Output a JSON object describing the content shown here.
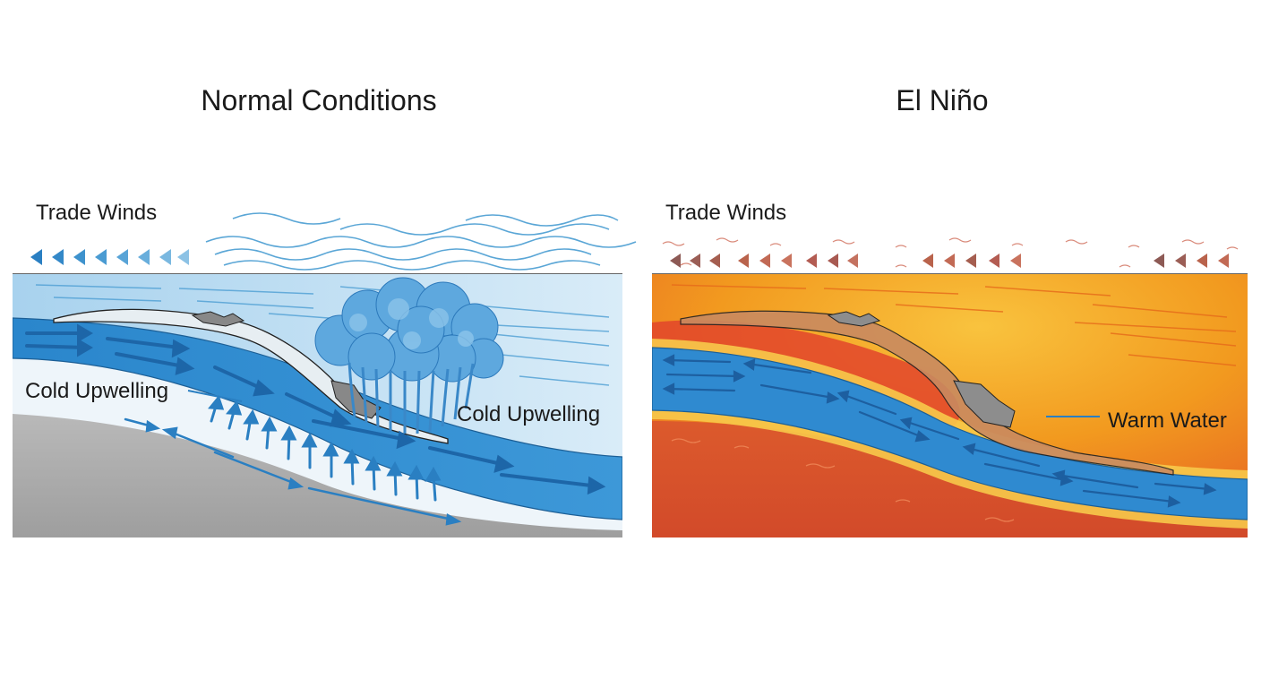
{
  "panels": {
    "normal": {
      "title": "Normal Conditions",
      "trade_winds_label": "Trade Winds",
      "upwelling_label_left": "Cold Upwelling",
      "upwelling_label_right": "Cold Upwelling"
    },
    "el_nino": {
      "title": "El Niño",
      "trade_winds_label": "Trade Winds",
      "warm_water_label": "Warm Water"
    }
  },
  "colors": {
    "ocean_light_blue": "#cfe6f5",
    "current_blue": "#2f87c9",
    "arrow_blue": "#1f6fb5",
    "seabed_gray": "#a9a9a9",
    "warm_orange": "#f29a1f",
    "warm_red": "#d8502c",
    "wind_red": "#a9534a"
  }
}
